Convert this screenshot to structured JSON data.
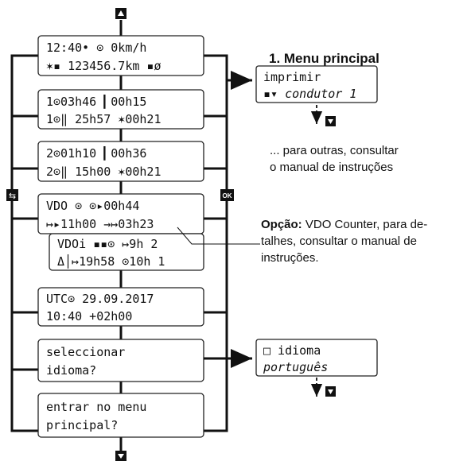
{
  "title": "1. Menu principal",
  "screens": [
    {
      "l1": "12:40• ⊙    0km/h",
      "l2": "✶▪ 123456.7km ▪ø"
    },
    {
      "l1": "1⊙03h46    ▎00h15",
      "l2": "1⊙‖ 25h57    ✶00h21"
    },
    {
      "l1": "2⊙01h10    ▎00h36",
      "l2": "2⊙‖ 15h00    ✶00h21"
    },
    {
      "l1": "VDO  ⊙    ⊙▸00h44",
      "l2": "↦▸11h00    →↦03h23"
    },
    {
      "l1": "VDOi     ▪▪⊙ ↦9h 2",
      "l2": "Δ│↦19h58  ⊙10h 1"
    },
    {
      "l1": "UTC⊙ 29.09.2017",
      "l2": "10:40      +02h00"
    },
    {
      "l1": "seleccionar",
      "l2": "idioma?"
    },
    {
      "l1": "entrar no menu",
      "l2": "principal?"
    }
  ],
  "right_boxes": [
    {
      "l1": "imprimir",
      "l2": "▪▾ condutor 1"
    },
    {
      "l1": "□ idioma",
      "l2": "português"
    }
  ],
  "notes": {
    "others": [
      "... para outras, consultar",
      "o manual de instruções"
    ],
    "option_bold": "Opção:",
    "option": [
      " VDO Counter, para de-",
      "talhes, consultar o manual de",
      "instruções."
    ]
  },
  "buttons": {
    "up": "▲",
    "down": "▼",
    "back": "⇆",
    "ok": "OK"
  }
}
